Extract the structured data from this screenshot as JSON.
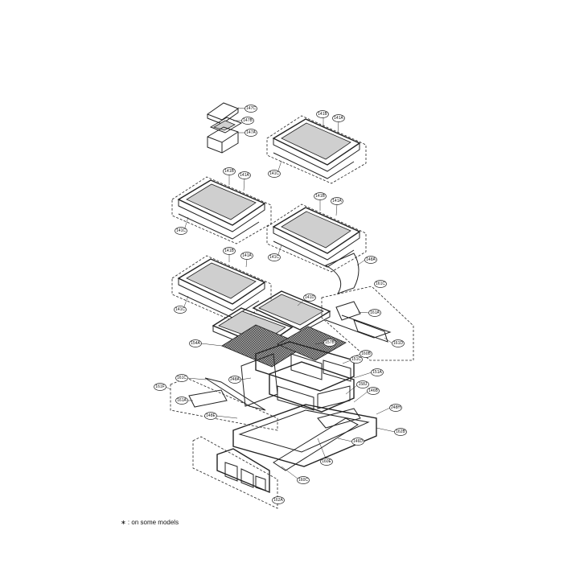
{
  "labels": {
    "l147c": "147C",
    "l147b": "147B",
    "l147a": "147A",
    "l141b_1": "141B",
    "l141a_1": "141A",
    "l141c_1": "141C",
    "l141b_2": "141B",
    "l141a_2": "141A",
    "l141c_2": "141C",
    "l141b_3": "141B",
    "l141a_3": "141A",
    "l141c_3": "141C",
    "l148a": "148A",
    "l141b_4": "141B",
    "l141a_4": "141A",
    "l141c_4": "141C",
    "l141d": "141D",
    "l161c_1": "161C",
    "l161a_1": "161A",
    "l161d": "161D",
    "l154a": "154A",
    "l157b": "157B",
    "l160b": "160B",
    "l151c": "151C",
    "l151a": "151A",
    "l248a": "248A",
    "l161c_2": "161C",
    "l161f": "161F",
    "l161a_2": "161A",
    "l148e": "148E",
    "l158j": "158J",
    "l146b": "146B",
    "l248h": "248H",
    "l162b": "162B",
    "l146d": "146D",
    "l160e": "160E",
    "l160c": "160C",
    "l162a": "162A"
  },
  "footnote": "∗ : on some models"
}
